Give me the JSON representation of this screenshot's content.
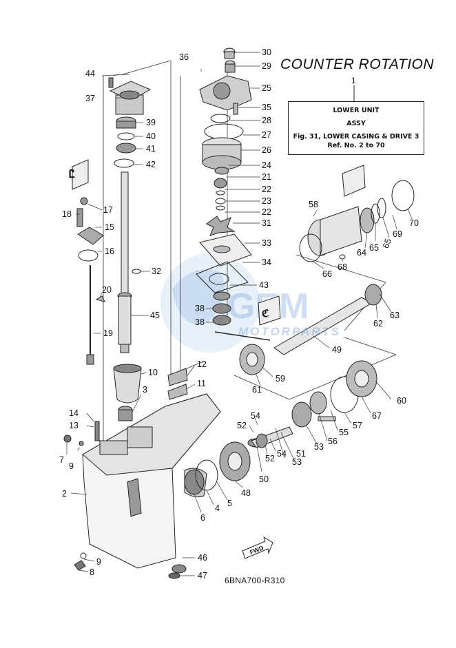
{
  "title": "COUNTER ROTATION",
  "info_box": {
    "ref_no": "1",
    "line1": "LOWER UNIT",
    "line2": "ASSY",
    "line3": "Fig. 31, LOWER CASING & DRIVE 3",
    "line4": "Ref. No. 2 to 70"
  },
  "diagram_code": "6BNA700-R310",
  "fwd_label": "FWD",
  "watermark": {
    "text": "MOTORPARTS"
  },
  "callouts": {
    "c30": "30",
    "c29": "29",
    "c25": "25",
    "c35": "35",
    "c28": "28",
    "c27": "27",
    "c26": "26",
    "c24": "24",
    "c21": "21",
    "c22a": "22",
    "c23": "23",
    "c22b": "22",
    "c31": "31",
    "c33": "33",
    "c34": "34",
    "c43": "43",
    "c38a": "38",
    "c38b": "38",
    "c36": "36",
    "c44": "44",
    "c37": "37",
    "c39": "39",
    "c40": "40",
    "c41": "41",
    "c42": "42",
    "c17": "17",
    "c18": "18",
    "c15": "15",
    "c16": "16",
    "c32": "32",
    "c20": "20",
    "c45": "45",
    "c19": "19",
    "c12": "12",
    "c11": "11",
    "c10": "10",
    "c3": "3",
    "c14": "14",
    "c13": "13",
    "c7": "7",
    "c9a": "9",
    "c2": "2",
    "c9b": "9",
    "c8": "8",
    "c58": "58",
    "c70": "70",
    "c69": "69",
    "c65a": "65",
    "c65b": "65",
    "c64": "64",
    "c68": "68",
    "c66": "66",
    "c62": "62",
    "c63": "63",
    "c49": "49",
    "c59": "59",
    "c61": "61",
    "c60": "60",
    "c67": "67",
    "c57": "57",
    "c55": "55",
    "c56": "56",
    "c53a": "53",
    "c54a": "54",
    "c52a": "52",
    "c54b": "54",
    "c52b": "52",
    "c51": "51",
    "c53b": "53",
    "c50": "50",
    "c48": "48",
    "c6": "6",
    "c4": "4",
    "c5": "5",
    "c46": "46",
    "c47": "47"
  }
}
